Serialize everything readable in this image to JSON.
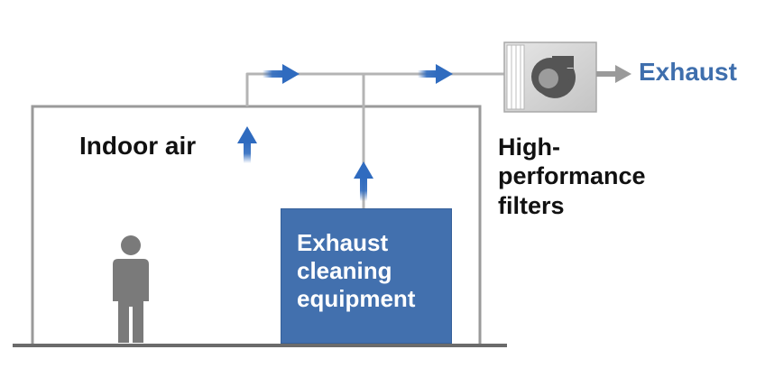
{
  "labels": {
    "indoor_air": "Indoor air",
    "exhaust": "Exhaust",
    "filters": [
      "High-",
      "performance",
      "filters"
    ],
    "equipment": [
      "Exhaust",
      "cleaning",
      "equipment"
    ]
  },
  "icons": {
    "person": "person-icon",
    "fan": "fan-icon",
    "flow_arrow": "flow-arrow-icon"
  },
  "colors": {
    "accent_blue": "#4270ae",
    "exhaust_text": "#3f6fad",
    "flow_arrow": "#2f6bbf",
    "wall": "#9a9a9a",
    "duct": "#b4b4b4",
    "person": "#7a7a7a",
    "fan_housing": "#d2d2d2",
    "exit_arrow": "#9a9a9a"
  }
}
